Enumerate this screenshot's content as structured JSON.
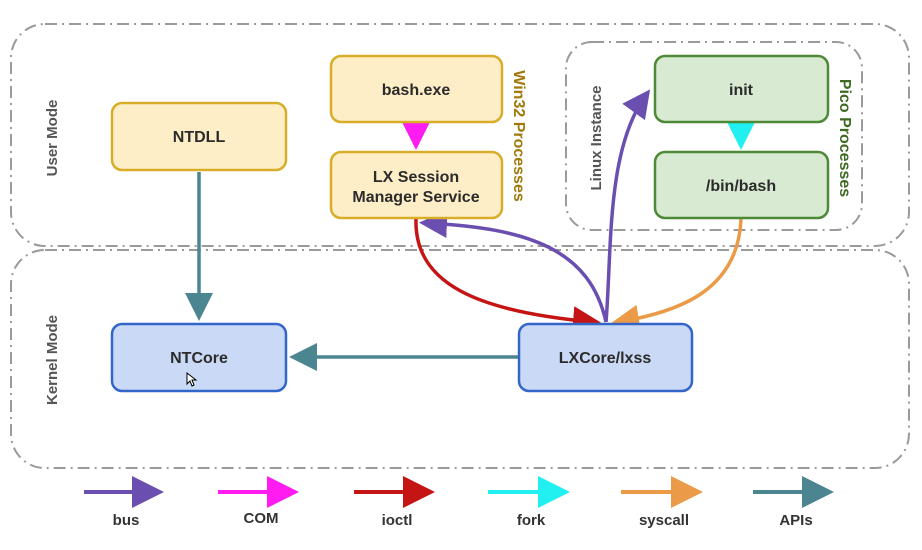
{
  "regions": {
    "user_mode": "User Mode",
    "kernel_mode": "Kernel Mode",
    "linux_instance": "Linux Instance",
    "win32_processes": "Win32 Processes",
    "pico_processes": "Pico Processes"
  },
  "nodes": {
    "ntdll": "NTDLL",
    "bash_exe": "bash.exe",
    "lx_session_line1": "LX Session",
    "lx_session_line2": "Manager Service",
    "init": "init",
    "bin_bash": "/bin/bash",
    "ntcore": "NTCore",
    "lxcore": "LXCore/lxss"
  },
  "legend": [
    {
      "label": "bus",
      "color": "#6a4fb0"
    },
    {
      "label": "COM",
      "color": "#ff1cf0"
    },
    {
      "label": "ioctl",
      "color": "#c41414"
    },
    {
      "label": "fork",
      "color": "#22f0f0"
    },
    {
      "label": "syscall",
      "color": "#eb9a48"
    },
    {
      "label": "APIs",
      "color": "#4a8590"
    }
  ],
  "colors": {
    "yellow_fill": "#fdeec7",
    "yellow_stroke": "#d7ad2a",
    "green_fill": "#d8ead1",
    "green_stroke": "#4d8a38",
    "blue_fill": "#c9d9f6",
    "blue_stroke": "#3266c8",
    "win32_label": "#a07a0a",
    "pico_label": "#3e6a22"
  }
}
